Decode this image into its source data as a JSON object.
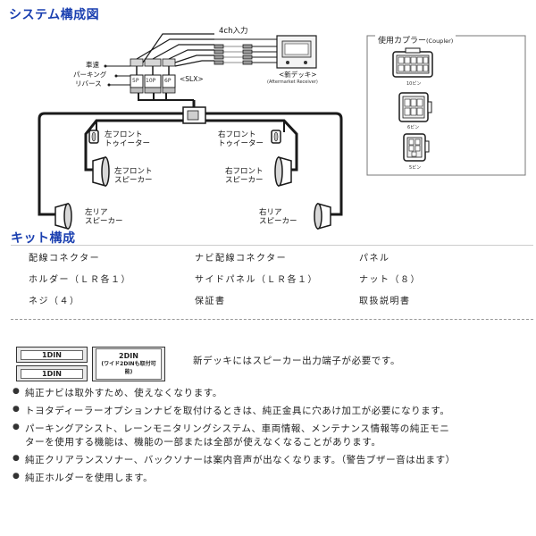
{
  "sections": {
    "system_title": "システム構成図",
    "kit_title": "キット構成"
  },
  "diagram": {
    "input_4ch": "4ch入力",
    "new_deck": "<新デッキ>",
    "aftermarket_receiver": "(Aftermarket Receiver)",
    "slx": "<SLX>",
    "wire_speed": "車速",
    "wire_parking": "パーキング",
    "wire_reverse": "リバース",
    "conn_5p": "5P",
    "conn_10p": "10P",
    "conn_6p": "6P",
    "left_front_tweeter": [
      "左フロント",
      "トゥイーター"
    ],
    "right_front_tweeter": [
      "右フロント",
      "トゥイーター"
    ],
    "left_front_speaker": [
      "左フロント",
      "スピーカー"
    ],
    "right_front_speaker": [
      "右フロント",
      "スピーカー"
    ],
    "left_rear_speaker": [
      "左リア",
      "スピーカー"
    ],
    "right_rear_speaker": [
      "右リア",
      "スピーカー"
    ]
  },
  "coupler": {
    "title": "使用カプラー",
    "title_en": "(Coupler)",
    "pin10": "10ピン",
    "pin6": "6ピン",
    "pin5": "5ピン"
  },
  "kit_items": [
    "配線コネクター",
    "ナビ配線コネクター",
    "パネル",
    "ホルダー（ＬＲ各１）",
    "サイドパネル（ＬＲ各１）",
    "ナット（８）",
    "ネジ（４）",
    "保証書",
    "取扱説明書"
  ],
  "din": {
    "din1_a": "1DIN",
    "din1_b": "1DIN",
    "din2_line1": "2DIN",
    "din2_line2": "(ワイド2DINも取付可能)"
  },
  "notes": {
    "speaker_terminal": "新デッキにはスピーカー出力端子が必要です。",
    "bullets": [
      "純正ナビは取外すため、使えなくなります。",
      "トヨタディーラーオプションナビを取付けるときは、純正金具に穴あけ加工が必要になります。",
      "パーキングアシスト、レーンモニタリングシステム、車両情報、メンテナンス情報等の純正モニターを使用する機能は、機能の一部または全部が使えなくなることがあります。",
      "純正クリアランスソナー、バックソナーは案内音声が出なくなります。（警告ブザー音は出ます）",
      "純正ホルダーを使用します。"
    ],
    "bullet_char": "●"
  },
  "colors": {
    "title_blue": "#1a3fb0",
    "line_dark": "#1a1a1a",
    "divider": "#999999"
  }
}
